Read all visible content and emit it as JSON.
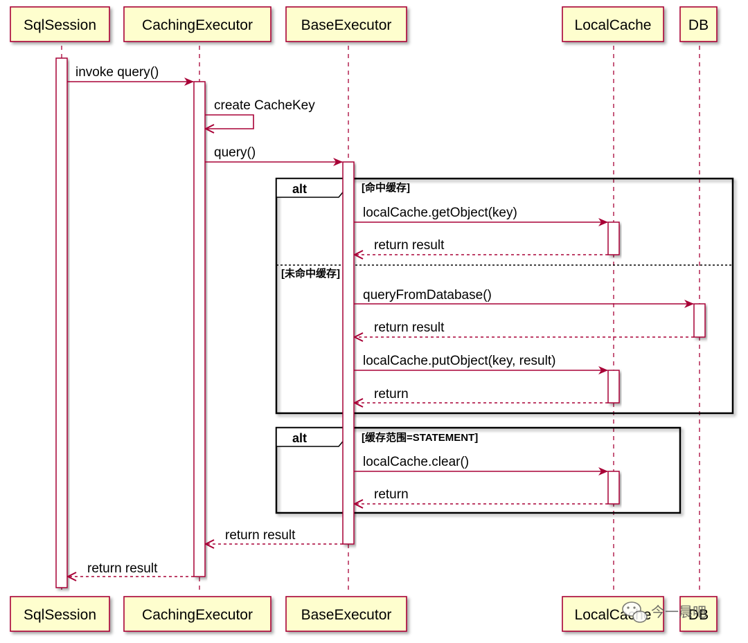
{
  "participants": [
    {
      "id": "sqlsession",
      "name": "SqlSession"
    },
    {
      "id": "cachingexecutor",
      "name": "CachingExecutor"
    },
    {
      "id": "baseexecutor",
      "name": "BaseExecutor"
    },
    {
      "id": "localcache",
      "name": "LocalCache"
    },
    {
      "id": "db",
      "name": "DB"
    }
  ],
  "messages": [
    {
      "id": "invoke-query",
      "label": "invoke query()",
      "kind": "call"
    },
    {
      "id": "create-cachekey",
      "label": "create CacheKey",
      "kind": "self"
    },
    {
      "id": "query",
      "label": "query()",
      "kind": "call"
    },
    {
      "id": "get-object",
      "label": "localCache.getObject(key)",
      "kind": "call"
    },
    {
      "id": "get-object-return",
      "label": "return result",
      "kind": "return"
    },
    {
      "id": "query-from-db",
      "label": "queryFromDatabase()",
      "kind": "call"
    },
    {
      "id": "query-from-db-return",
      "label": "return result",
      "kind": "return"
    },
    {
      "id": "put-object",
      "label": "localCache.putObject(key, result)",
      "kind": "call"
    },
    {
      "id": "put-object-return",
      "label": "return",
      "kind": "return"
    },
    {
      "id": "clear",
      "label": "localCache.clear()",
      "kind": "call"
    },
    {
      "id": "clear-return",
      "label": "return",
      "kind": "return"
    },
    {
      "id": "base-return",
      "label": "return result",
      "kind": "return"
    },
    {
      "id": "caching-return",
      "label": "return result",
      "kind": "return"
    }
  ],
  "fragments": [
    {
      "id": "alt1",
      "keyword": "alt",
      "guard": "[命中缓存]",
      "else_guard": "[未命中缓存]"
    },
    {
      "id": "alt2",
      "keyword": "alt",
      "guard": "[缓存范围=STATEMENT]"
    }
  ],
  "watermark": {
    "text": "今一晨吧",
    "icon": "wechat-icon"
  },
  "colors": {
    "participant_fill": "#FEFECE",
    "participant_border": "#A80036",
    "arrow": "#A80036",
    "lifeline": "#A80036",
    "fragment_border": "#000000"
  }
}
